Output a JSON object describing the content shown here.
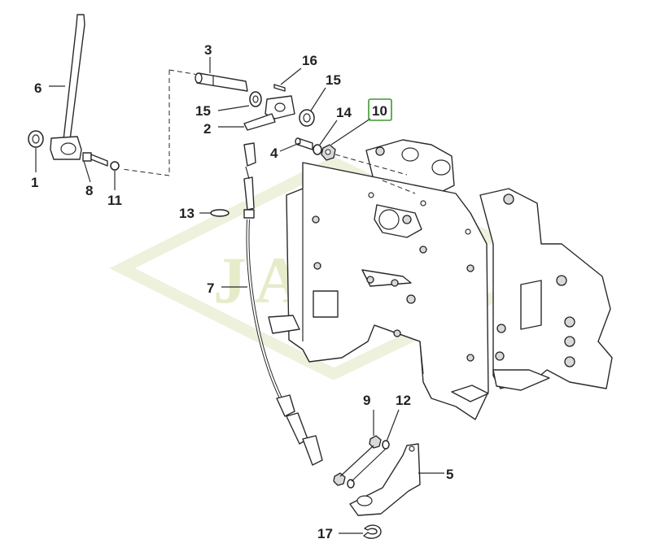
{
  "watermark": {
    "text": "JAROL",
    "color": "#e6ebc9"
  },
  "highlight_color": "#3c9a2f",
  "callouts": {
    "c1": "1",
    "c2": "2",
    "c3": "3",
    "c4": "4",
    "c5": "5",
    "c6": "6",
    "c7": "7",
    "c8": "8",
    "c9": "9",
    "c10": "10",
    "c11": "11",
    "c12": "12",
    "c13": "13",
    "c14": "14",
    "c15a": "15",
    "c15b": "15",
    "c16": "16",
    "c17": "17"
  },
  "highlighted_callout": "10"
}
